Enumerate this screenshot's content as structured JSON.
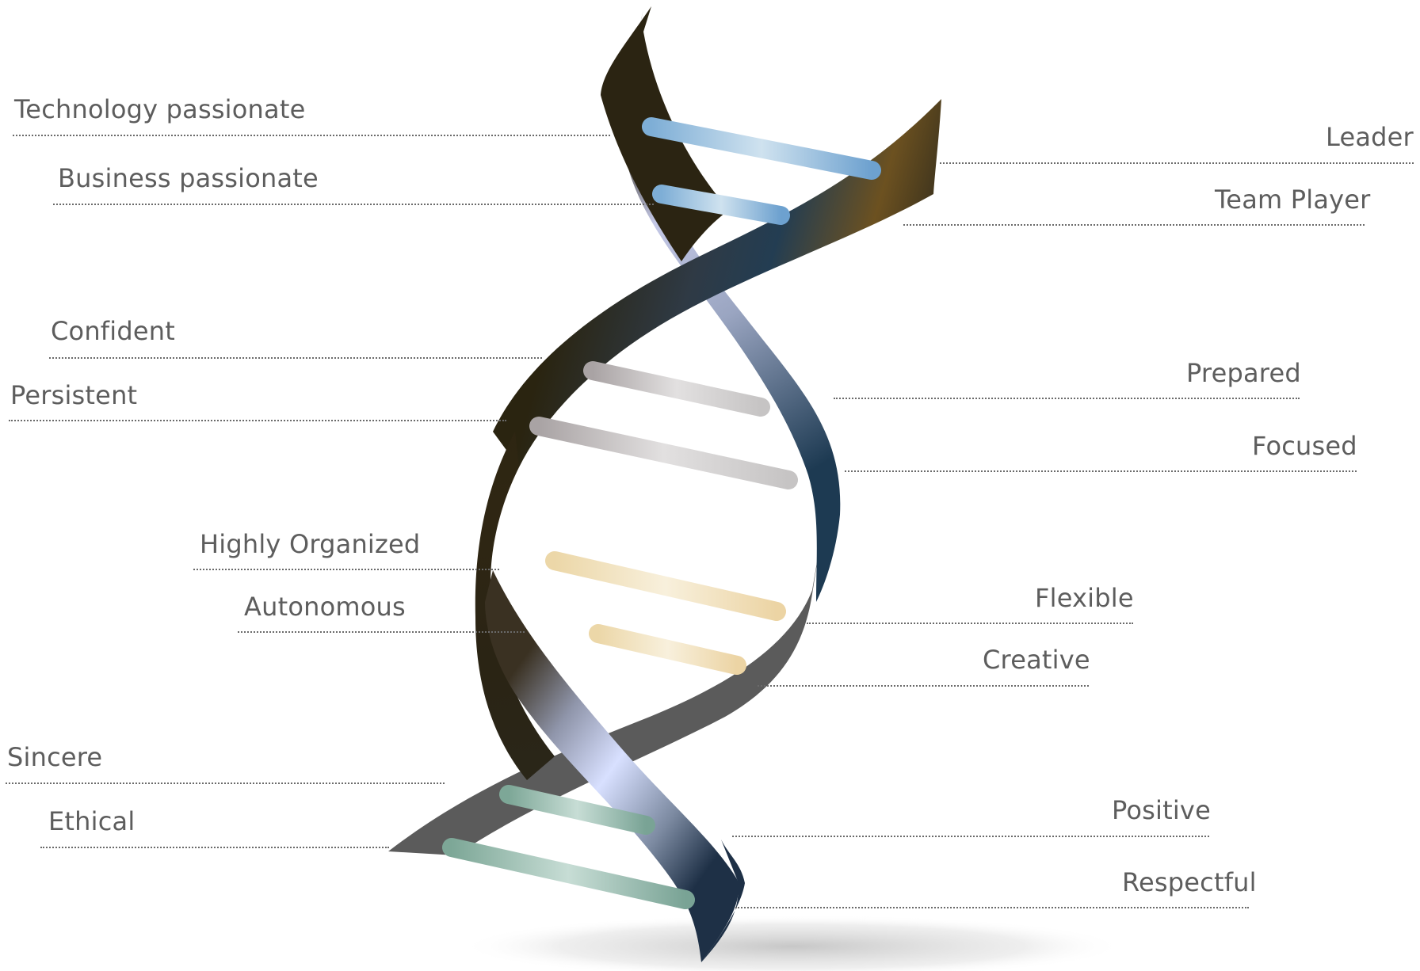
{
  "traits": {
    "technology_passionate": "Technology passionate",
    "business_passionate": "Business passionate",
    "confident": "Confident",
    "persistent": "Persistent",
    "highly_organized": "Highly Organized",
    "autonomous": "Autonomous",
    "sincere": "Sincere",
    "ethical": "Ethical",
    "leader": "Leader",
    "team_player": "Team Player",
    "prepared": "Prepared",
    "focused": "Focused",
    "flexible": "Flexible",
    "creative": "Creative",
    "positive": "Positive",
    "respectful": "Respectful"
  },
  "colors": {
    "text": "#5d5d5d",
    "leader_line": "#6a6a6a",
    "strand_dark": "#2a2410",
    "strand_light": "#d8e0ff",
    "strand_blue": "#1e3a52",
    "strand_gray": "#5e5e5e",
    "rung_blue": "#8cb7dc",
    "rung_gray": "#cfcbcb",
    "rung_cream": "#f1dfba",
    "rung_teal": "#8fb8aa"
  }
}
